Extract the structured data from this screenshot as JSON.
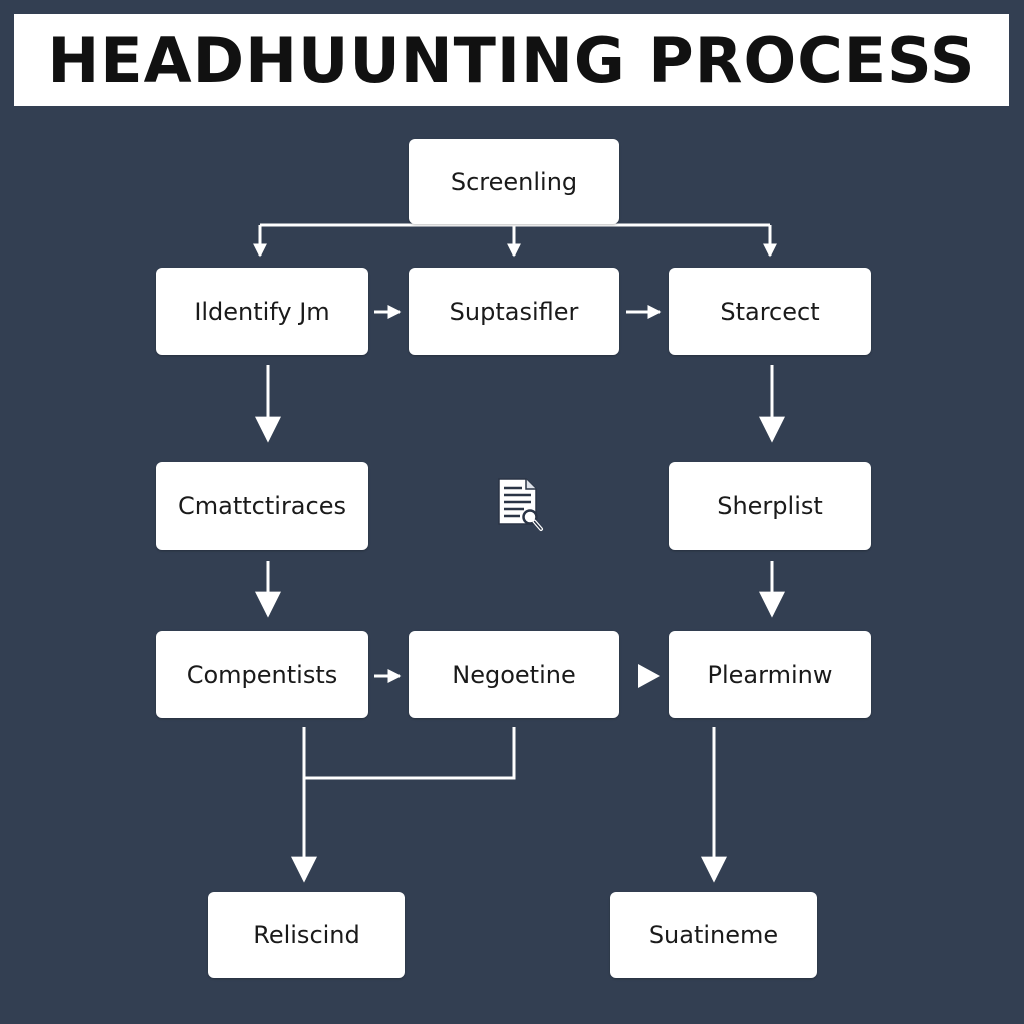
{
  "title": "HEADHUUNTING PROCESS",
  "nodes": {
    "screening": "Screenling",
    "identify": "Ildentify Jm",
    "suptasifler": "Suptasifler",
    "starcect": "Starcect",
    "cmattctiraces": "Cmattctiraces",
    "sherplist": "Sherplist",
    "compentists": "Compentists",
    "negoetine": "Negoetine",
    "plearminw": "Plearminw",
    "reliscind": "Reliscind",
    "suatineme": "Suatineme"
  },
  "icons": {
    "center": "document-search-icon"
  },
  "colors": {
    "background": "#333f52",
    "box": "#ffffff",
    "connector": "#ffffff",
    "text": "#1a1a1a"
  }
}
